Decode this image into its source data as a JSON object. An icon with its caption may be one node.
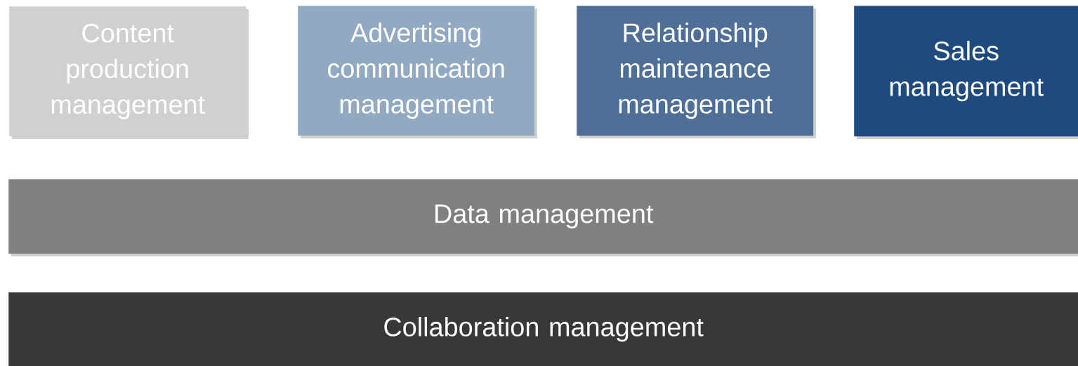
{
  "diagram": {
    "nodes": [
      {
        "text": [
          "Content production management"
        ]
      },
      {
        "text": [
          "Advertising communication management"
        ]
      },
      {
        "text": [
          "Relationship maintenance management"
        ]
      },
      {
        "text": [
          "Sales management"
        ]
      },
      {
        "text": [
          "Data management"
        ]
      },
      {
        "text": [
          "Collaboration management"
        ]
      }
    ]
  }
}
